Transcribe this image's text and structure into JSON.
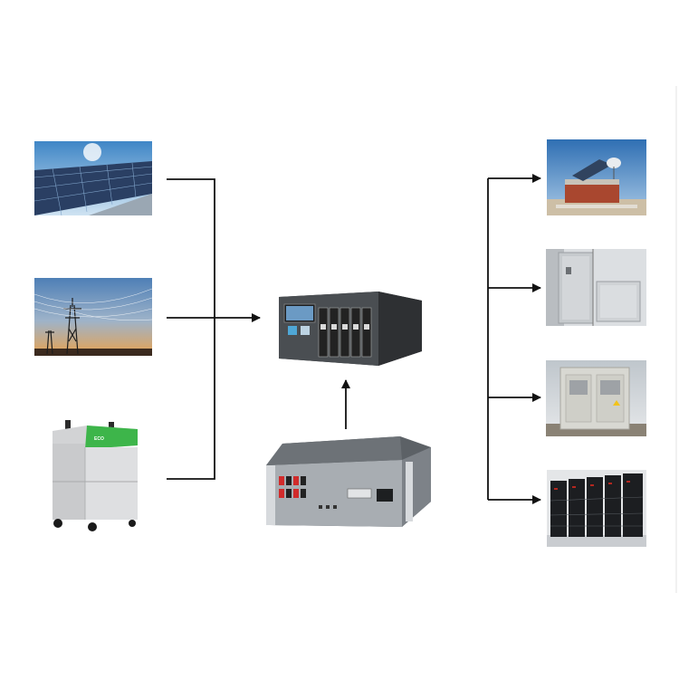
{
  "diagram": {
    "sources": [
      {
        "id": "solar-panels",
        "icon": "solar-panel-array-photo"
      },
      {
        "id": "power-grid",
        "icon": "power-transmission-tower-photo"
      },
      {
        "id": "generator",
        "icon": "portable-generator-photo",
        "logo_text": "ECO"
      }
    ],
    "center": {
      "controller": {
        "icon": "rack-mount-power-controller-photo"
      },
      "battery": {
        "icon": "rack-mount-lithium-battery-photo"
      }
    },
    "loads": [
      {
        "id": "remote-solar-station",
        "icon": "rooftop-solar-station-photo"
      },
      {
        "id": "telecom-cabinet",
        "icon": "outdoor-telecom-cabinet-photo"
      },
      {
        "id": "outdoor-enclosure",
        "icon": "outdoor-electrical-enclosure-photo"
      },
      {
        "id": "data-center-racks",
        "icon": "server-battery-racks-photo"
      }
    ],
    "colors": {
      "line": "#111111",
      "background": "#ffffff"
    }
  }
}
